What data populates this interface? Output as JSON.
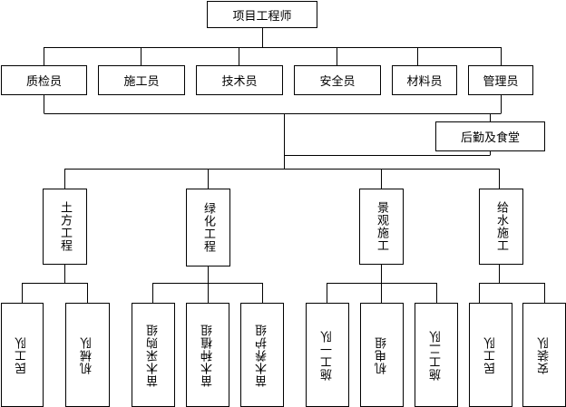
{
  "root": {
    "label": "项目工程师"
  },
  "staff": [
    {
      "label": "质检员"
    },
    {
      "label": "施工员"
    },
    {
      "label": "技术员"
    },
    {
      "label": "安全员"
    },
    {
      "label": "材料员"
    },
    {
      "label": "管理员"
    }
  ],
  "support": {
    "label": "后勤及食堂"
  },
  "divisions": [
    {
      "label": "土方工程",
      "teams": [
        {
          "label": "民工队"
        },
        {
          "label": "机械队"
        }
      ]
    },
    {
      "label": "绿化工程",
      "teams": [
        {
          "label": "苗木采购组"
        },
        {
          "label": "苗木种植组"
        },
        {
          "label": "苗木养护组"
        }
      ]
    },
    {
      "label": "景观施工",
      "teams": [
        {
          "label": "施工一队"
        },
        {
          "label": "机电组"
        },
        {
          "label": "施工二队"
        }
      ]
    },
    {
      "label": "给水施工",
      "teams": [
        {
          "label": "民工队"
        },
        {
          "label": "安装队"
        }
      ]
    }
  ]
}
